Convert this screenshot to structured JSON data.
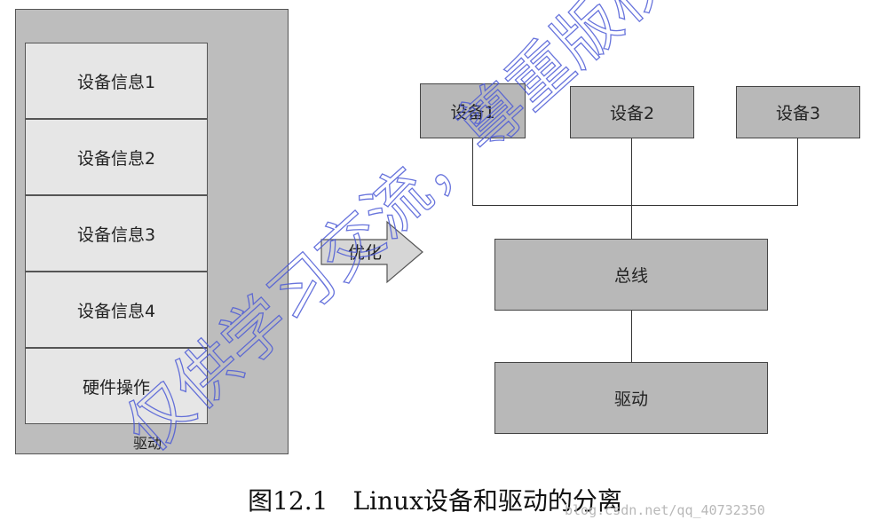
{
  "driver_block": {
    "rows": [
      "设备信息1",
      "设备信息2",
      "设备信息3",
      "设备信息4",
      "硬件操作"
    ],
    "label": "驱动"
  },
  "arrow_label": "优化",
  "devices": [
    "设备1",
    "设备2",
    "设备3"
  ],
  "bus_label": "总线",
  "driver_label": "驱动",
  "caption": "图12.1　Linux设备和驱动的分离",
  "watermark_url": "blog.csdn.net/qq_40732350",
  "overlay_text": "仅供学习交流，尊重版权",
  "colors": {
    "outer_fill": "#bdbdbd",
    "row_fill": "#e6e6e6",
    "box_fill": "#b8b8b8",
    "stroke": "#444444",
    "overlay_stroke": "#4d5bd6"
  }
}
